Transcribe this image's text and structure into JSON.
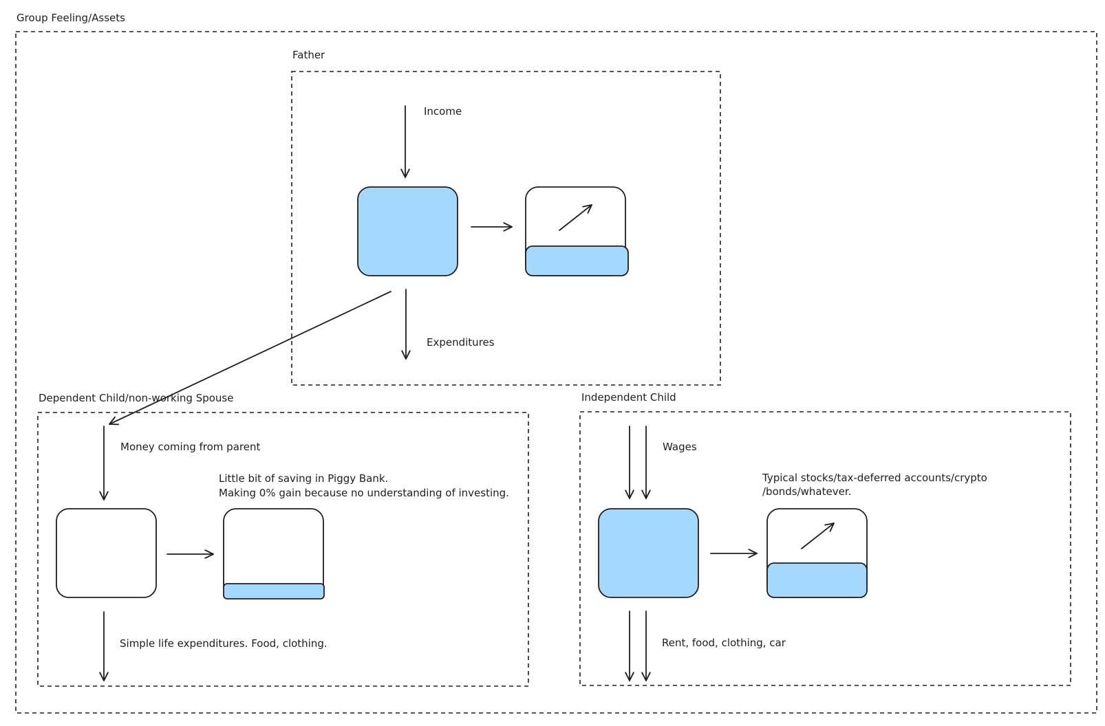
{
  "title": "Group Feeling/Assets",
  "colors": {
    "stroke": "#1e1e1e",
    "accent_fill": "#a5d8ff",
    "background": "#ffffff"
  },
  "father": {
    "title": "Father",
    "income_label": "Income",
    "expenditures_label": "Expenditures",
    "account_icon": "growth-arrow-icon"
  },
  "dependent": {
    "title": "Dependent Child/non-working Spouse",
    "money_label": "Money coming from parent",
    "saving_note_line1": "Little bit of saving in Piggy Bank.",
    "saving_note_line2": "Making 0% gain because no understanding of investing.",
    "expenditures_label": "Simple life expenditures. Food, clothing."
  },
  "independent": {
    "title": "Independent Child",
    "wages_label": "Wages",
    "investments_line1": "Typical stocks/tax-deferred accounts/crypto",
    "investments_line2": "/bonds/whatever.",
    "expenditures_label": "Rent, food, clothing, car",
    "account_icon": "growth-arrow-icon"
  }
}
